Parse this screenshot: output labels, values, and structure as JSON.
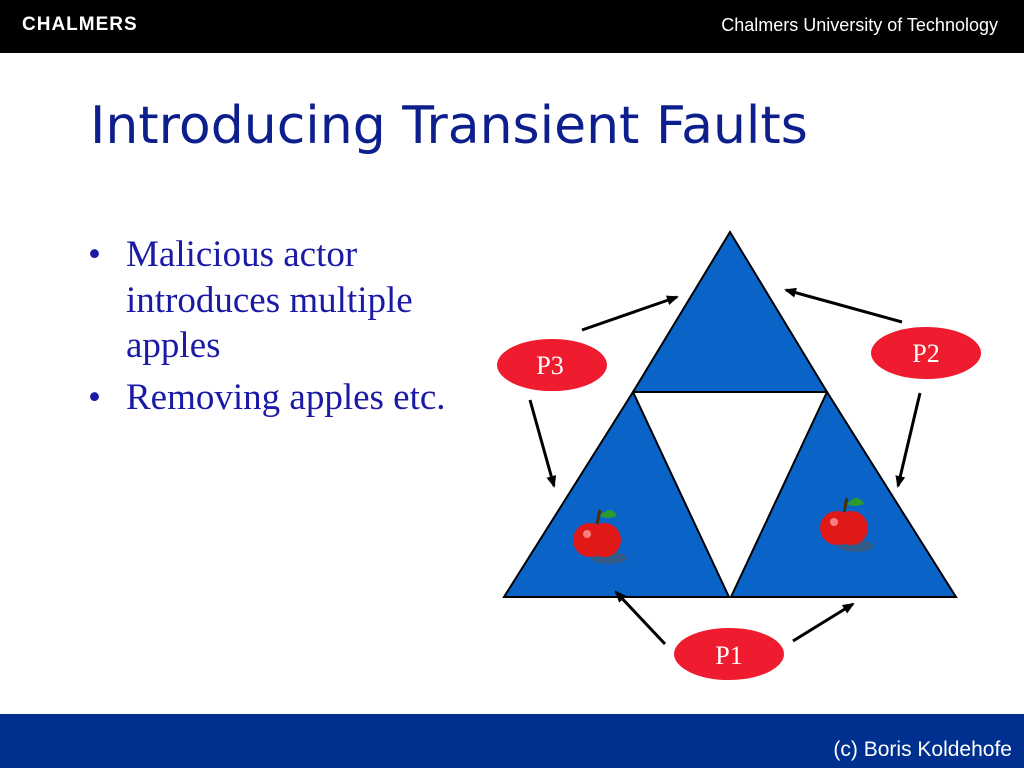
{
  "header": {
    "logo": "CHALMERS",
    "university": "Chalmers University of Technology"
  },
  "slide": {
    "title": "Introducing Transient Faults",
    "bullets": [
      "Malicious actor introduces multiple apples",
      "Removing apples etc."
    ],
    "bullet_glyph": "•"
  },
  "diagram": {
    "nodes": {
      "p1": "P1",
      "p2": "P2",
      "p3": "P3"
    },
    "colors": {
      "triangle_fill": "#0a64c8",
      "node_fill": "#ee1c2e",
      "apple": "#e01818"
    }
  },
  "footer": {
    "copyright": "(c) Boris Koldehofe"
  }
}
